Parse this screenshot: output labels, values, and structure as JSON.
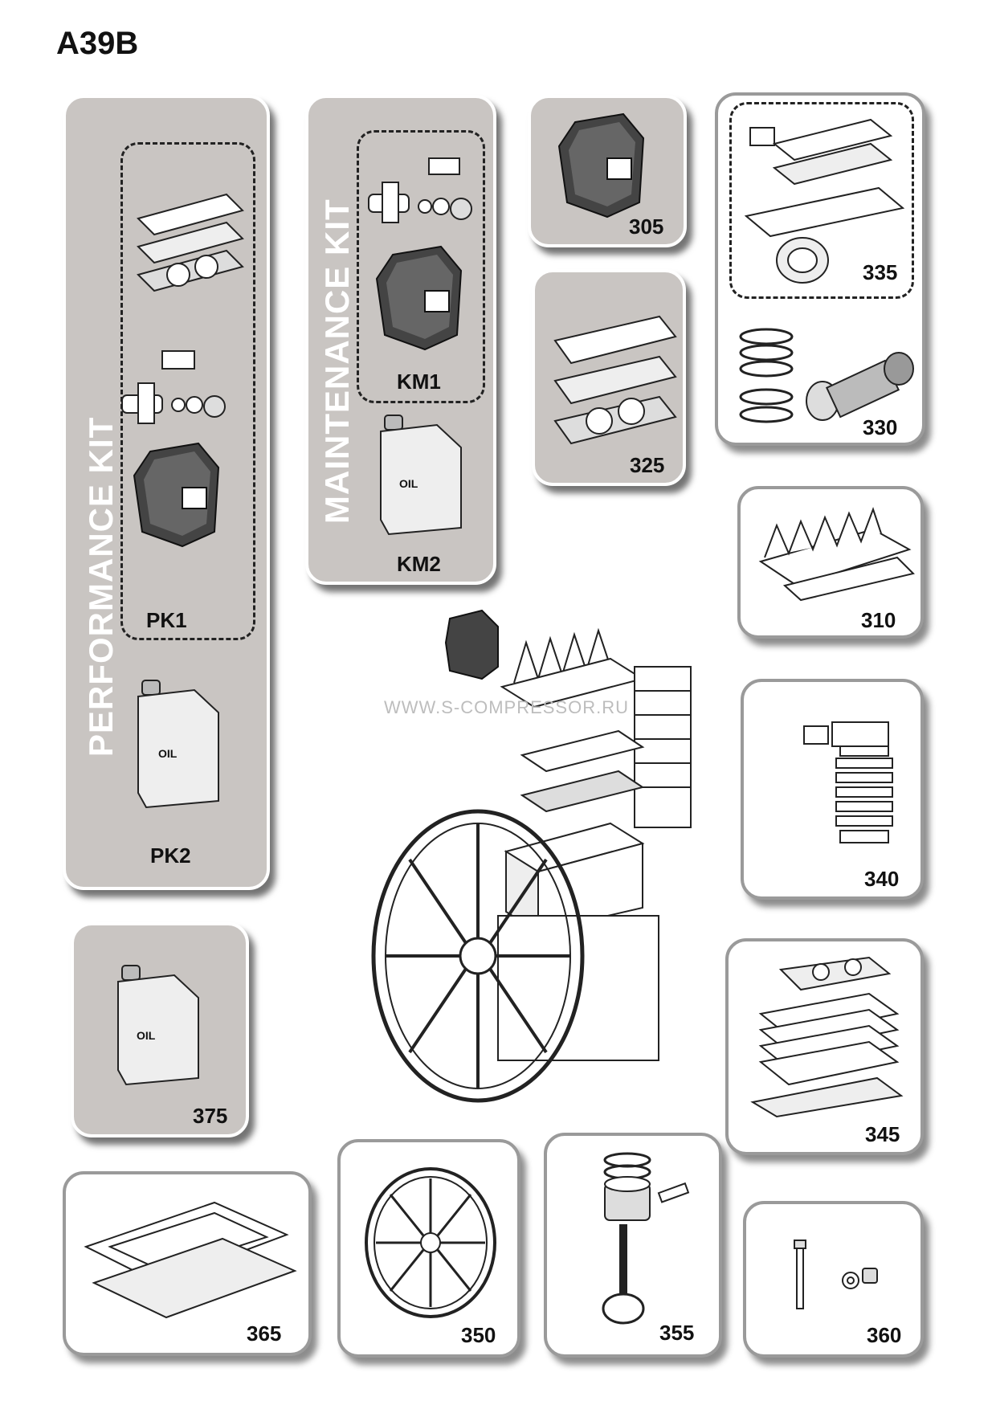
{
  "title": "A39B",
  "watermark": "WWW.S-COMPRESSOR.RU",
  "oil_text": "OIL",
  "performance_kit": {
    "title": "PERFORMANCE  KIT",
    "pk1": "PK1",
    "pk2": "PK2"
  },
  "maintenance_kit": {
    "title": "MAINTENANCE KIT",
    "km1": "KM1",
    "km2": "KM2"
  },
  "parts": {
    "p305": "305",
    "p325": "325",
    "p335": "335",
    "p330": "330",
    "p310": "310",
    "p340": "340",
    "p345": "345",
    "p375": "375",
    "p365": "365",
    "p350": "350",
    "p355": "355",
    "p360": "360"
  }
}
